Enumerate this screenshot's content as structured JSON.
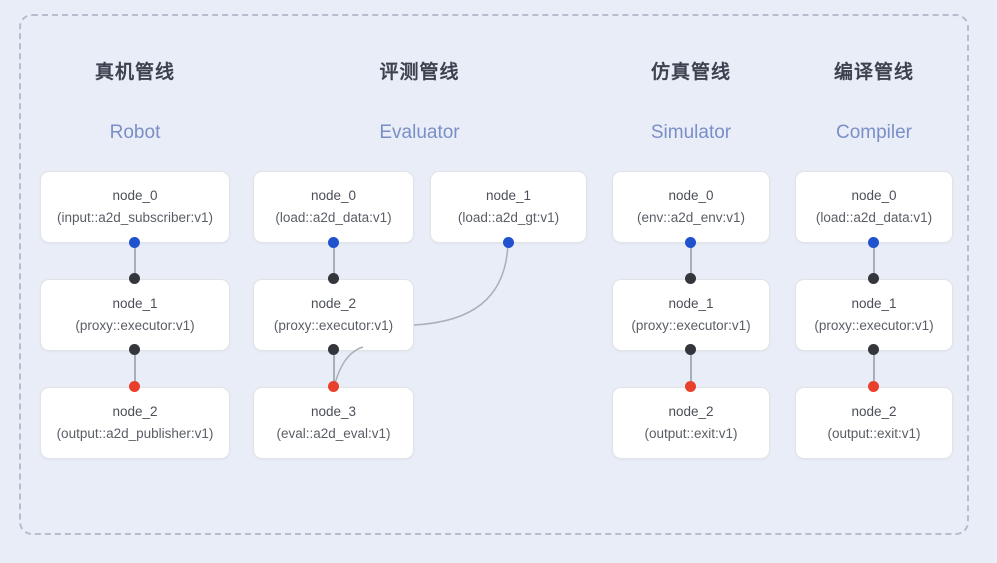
{
  "diagram": {
    "title_hidden": "",
    "background_color": "#e9edf7",
    "frame_border_color": "#b6bdcd",
    "dot_colors": {
      "input": "#1f52cc",
      "internal": "#33363b",
      "output": "#e8402a"
    },
    "edge_color": "#a9aeb8",
    "columns": [
      {
        "id": "robot",
        "title_cn": "真机管线",
        "title_en": "Robot",
        "nodes": [
          {
            "id": "robot-node-0",
            "name": "node_0",
            "spec": "(input::a2d_subscriber:v1)",
            "col": 0,
            "row": 0
          },
          {
            "id": "robot-node-1",
            "name": "node_1",
            "spec": "(proxy::executor:v1)",
            "col": 0,
            "row": 1
          },
          {
            "id": "robot-node-2",
            "name": "node_2",
            "spec": "(output::a2d_publisher:v1)",
            "col": 0,
            "row": 2
          }
        ]
      },
      {
        "id": "evaluator",
        "title_cn": "评测管线",
        "title_en": "Evaluator",
        "nodes": [
          {
            "id": "eval-node-0",
            "name": "node_0",
            "spec": "(load::a2d_data:v1)",
            "col": 1,
            "row": 0
          },
          {
            "id": "eval-node-1",
            "name": "node_1",
            "spec": "(load::a2d_gt:v1)",
            "col": 1,
            "row": 0
          },
          {
            "id": "eval-node-2",
            "name": "node_2",
            "spec": "(proxy::executor:v1)",
            "col": 1,
            "row": 1
          },
          {
            "id": "eval-node-3",
            "name": "node_3",
            "spec": "(eval::a2d_eval:v1)",
            "col": 1,
            "row": 2
          }
        ]
      },
      {
        "id": "simulator",
        "title_cn": "仿真管线",
        "title_en": "Simulator",
        "nodes": [
          {
            "id": "sim-node-0",
            "name": "node_0",
            "spec": "(env::a2d_env:v1)",
            "col": 2,
            "row": 0
          },
          {
            "id": "sim-node-1",
            "name": "node_1",
            "spec": "(proxy::executor:v1)",
            "col": 2,
            "row": 1
          },
          {
            "id": "sim-node-2",
            "name": "node_2",
            "spec": "(output::exit:v1)",
            "col": 2,
            "row": 2
          }
        ]
      },
      {
        "id": "compiler",
        "title_cn": "编译管线",
        "title_en": "Compiler",
        "nodes": [
          {
            "id": "comp-node-0",
            "name": "node_0",
            "spec": "(load::a2d_data:v1)",
            "col": 3,
            "row": 0
          },
          {
            "id": "comp-node-1",
            "name": "node_1",
            "spec": "(proxy::executor:v1)",
            "col": 3,
            "row": 1
          },
          {
            "id": "comp-node-2",
            "name": "node_2",
            "spec": "(output::exit:v1)",
            "col": 3,
            "row": 2
          }
        ]
      }
    ]
  }
}
